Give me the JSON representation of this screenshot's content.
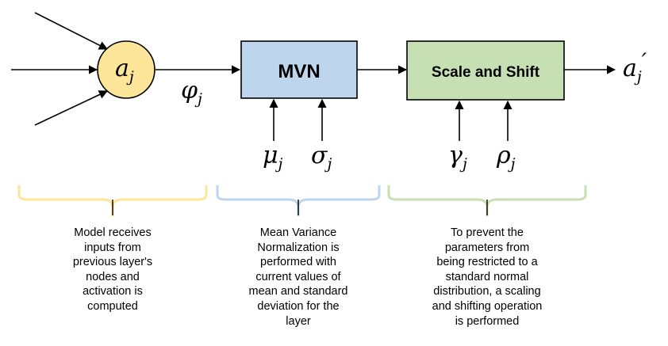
{
  "diagram": {
    "node": {
      "symbol": "a",
      "subscript": "j",
      "fill": "#fde59a",
      "stroke": "#000000"
    },
    "edge_label": {
      "symbol": "φ",
      "subscript": "j"
    },
    "mvn_box": {
      "label": "MVN",
      "fill": "#bdd6ee",
      "stroke": "#000000"
    },
    "scale_box": {
      "label": "Scale and Shift",
      "fill": "#c6e0b4",
      "stroke": "#000000"
    },
    "output": {
      "symbol": "a",
      "subscript": "j",
      "prime": "′"
    },
    "mvn_params": [
      {
        "symbol": "μ",
        "subscript": "j"
      },
      {
        "symbol": "σ",
        "subscript": "j"
      }
    ],
    "scale_params": [
      {
        "symbol": "γ",
        "subscript": "j"
      },
      {
        "symbol": "ρ",
        "subscript": "j"
      }
    ],
    "braces": [
      {
        "color": "#fde59a",
        "stroke": "#c9b15a"
      },
      {
        "color": "#bdd6ee",
        "stroke": "#8faed0"
      },
      {
        "color": "#c6e0b4",
        "stroke": "#96b884"
      }
    ],
    "descriptions": [
      "Model receives\ninputs from\nprevious layer's\nnodes and\nactivation is\ncomputed",
      "Mean Variance\nNormalization is\nperformed with\ncurrent values of\nmean and standard\ndeviation for the\nlayer",
      "To prevent the\nparameters from\nbeing restricted to a\nstandard normal\ndistribution, a scaling\nand shifting operation\nis performed"
    ]
  }
}
